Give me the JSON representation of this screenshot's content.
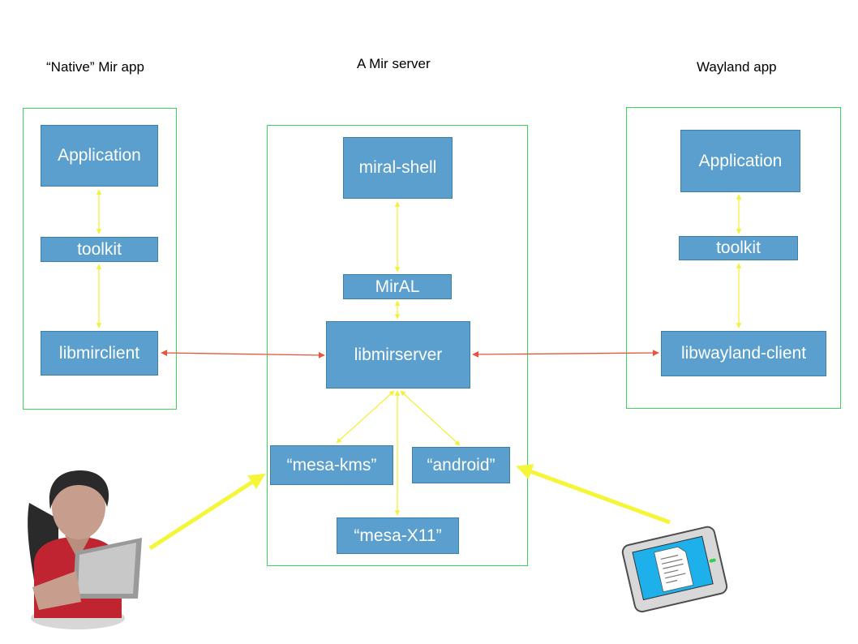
{
  "headings": {
    "native": "“Native” Mir app",
    "server": "A Mir server",
    "wayland": "Wayland app"
  },
  "native_app": {
    "application": "Application",
    "toolkit": "toolkit",
    "client": "libmirclient"
  },
  "mir_server": {
    "shell": "miral-shell",
    "miral": "MirAL",
    "server": "libmirserver",
    "platform_kms": "“mesa-kms”",
    "platform_android": "“android”",
    "platform_x11": "“mesa-X11”"
  },
  "wayland_app": {
    "application": "Application",
    "toolkit": "toolkit",
    "client": "libwayland-client"
  },
  "colors": {
    "box_fill": "#5a9fce",
    "frame_border": "#3cd65c",
    "internal_arrow": "#f2f23c",
    "ipc_arrow": "#e8553a",
    "input_arrow": "#f5f53a"
  },
  "icons": [
    "user-with-laptop-icon",
    "tablet-device-icon"
  ]
}
